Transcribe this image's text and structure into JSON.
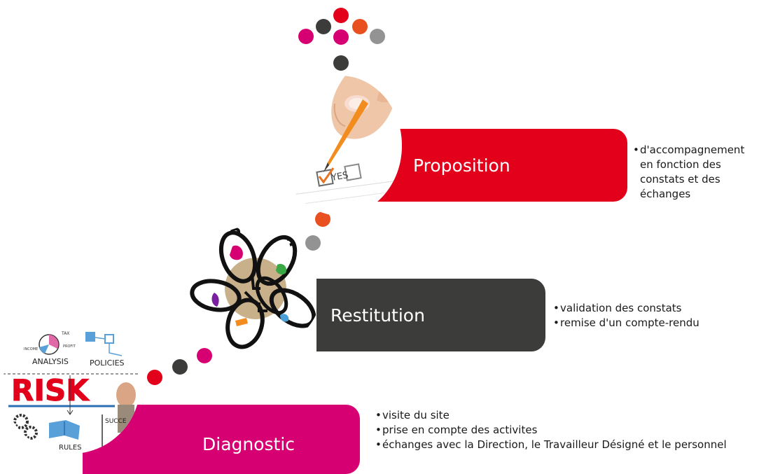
{
  "colors": {
    "red": "#e2001a",
    "dark": "#3c3c3b",
    "magenta": "#d60072",
    "orange": "#e8501f",
    "grey": "#939393"
  },
  "steps": [
    {
      "label": "Proposition",
      "color": "#e2001a",
      "image": "hand-checking-yes-box",
      "bullets": [
        "d'accompagnement en fonction des constats et des échanges"
      ]
    },
    {
      "label": "Restitution",
      "color": "#3c3c3b",
      "image": "interlinked-rings-puzzle",
      "bullets": [
        "validation des constats",
        "remise d'un compte-rendu"
      ]
    },
    {
      "label": "Diagnostic",
      "color": "#d60072",
      "image": "risk-analysis-sketch",
      "bullets": [
        "visite du site",
        "prise en compte des activites",
        "échanges avec la Direction, le Travailleur Désigné et le personnel"
      ],
      "image_text": {
        "risk": "RISK",
        "analysis": "ANALYSIS",
        "policies": "POLICIES",
        "rules": "RULES",
        "tax": "TAX",
        "income": "INCOME",
        "profit": "PROFIT",
        "success": "SUCCE"
      }
    }
  ],
  "check_word": "YES",
  "bullet_char": "•"
}
